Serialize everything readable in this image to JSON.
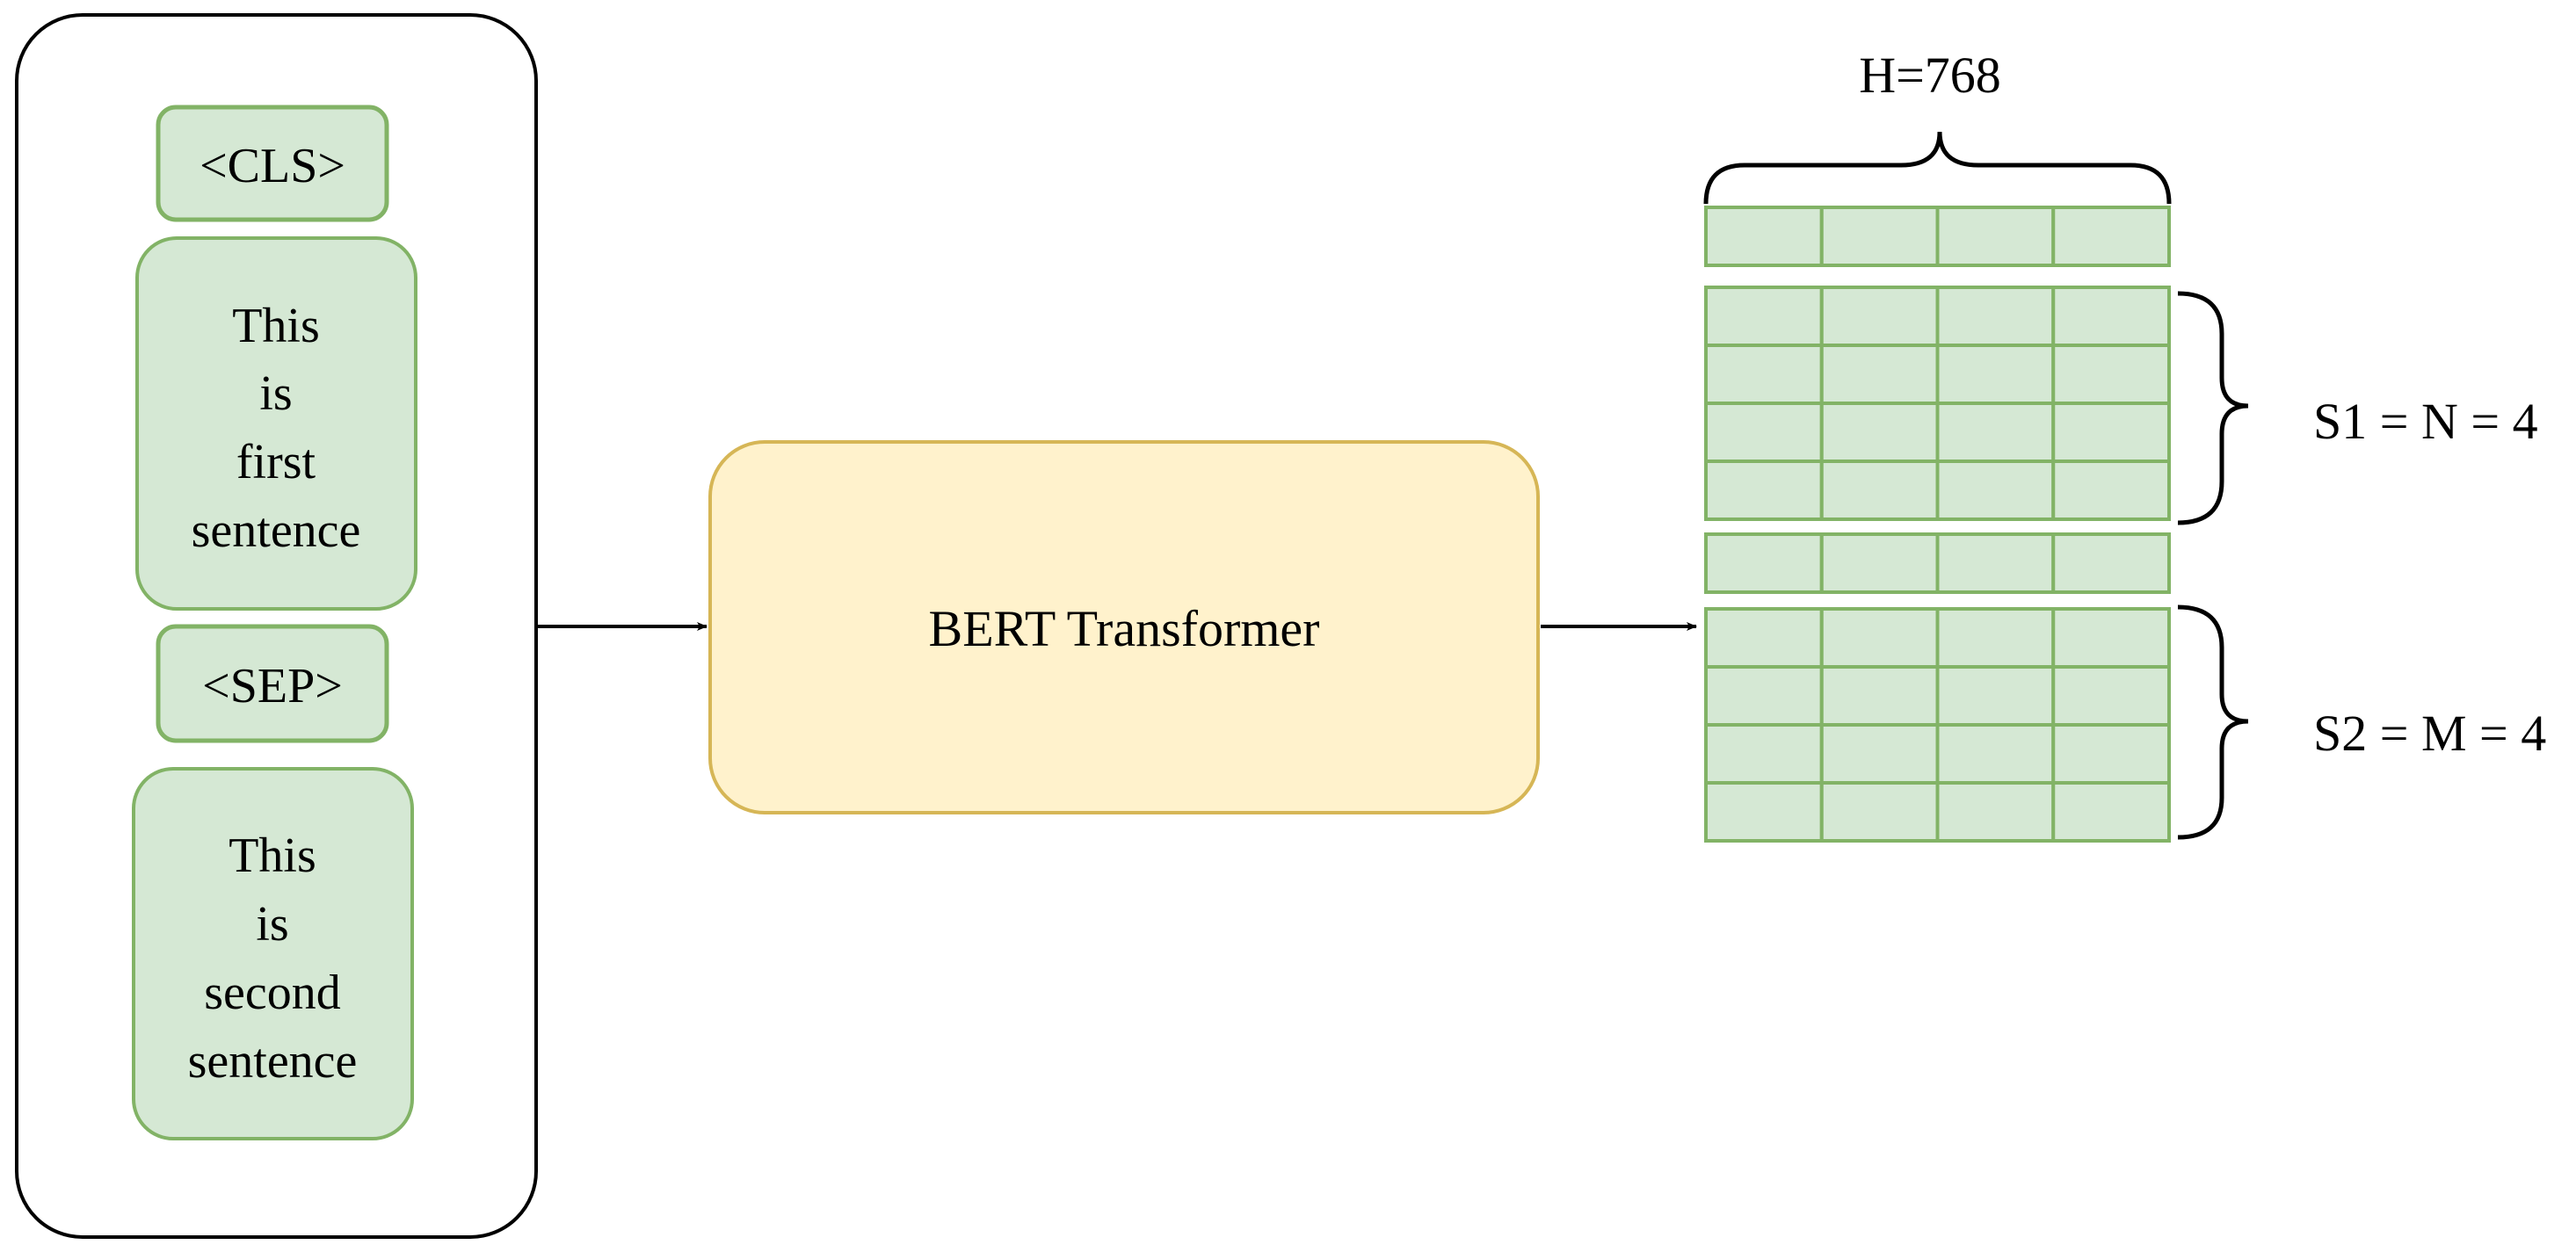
{
  "input_panel": {
    "cls_token": "<CLS>",
    "sentence1_words": [
      "This",
      "is",
      "first",
      "sentence"
    ],
    "sep_token": "<SEP>",
    "sentence2_words": [
      "This",
      "is",
      "second",
      "sentence"
    ]
  },
  "transformer": {
    "label": "BERT Transformer"
  },
  "output": {
    "hidden_size_label": "H=768",
    "columns": 4,
    "cls_rows": 1,
    "sentence1_rows": 4,
    "sep_rows": 1,
    "sentence2_rows": 4,
    "sentence1_label": "S1 = N = 4",
    "sentence2_label": "S2 = M = 4"
  },
  "colors": {
    "token_fill": "#d5e8d4",
    "token_stroke": "#82b366",
    "transformer_fill": "#fff2cc",
    "transformer_stroke": "#d6b656",
    "line": "#000000"
  }
}
